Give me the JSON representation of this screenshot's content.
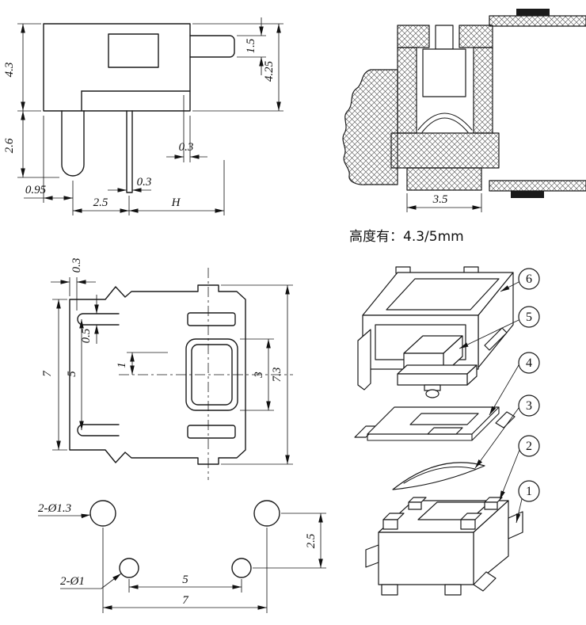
{
  "drawing": {
    "side_view": {
      "dim_height_top": "4.3",
      "dim_plunger": "1.5",
      "dim_total_height": "4.25",
      "dim_leg": "2.6",
      "dim_step": "0.3",
      "dim_leg_offset": "0.95",
      "dim_pin_width": "0.3",
      "dim_pin_pitch": "2.5",
      "dim_h": "H"
    },
    "section_view": {
      "dim_width": "3.5",
      "height_note": "高度有：4.3/5mm"
    },
    "top_view": {
      "dim_pin_gap": "0.3",
      "dim_pin_thickness": "0.5",
      "dim_pin_span": "5",
      "dim_body_width": "7",
      "dim_center_offset": "1",
      "dim_button_width": "3",
      "dim_total_width": "7.3"
    },
    "footprint": {
      "label_large_holes": "2-Ø1.3",
      "label_small_holes": "2-Ø1",
      "dim_hole_pitch_small": "5",
      "dim_hole_pitch_large": "7",
      "dim_row_pitch": "2.5"
    },
    "exploded": {
      "parts": [
        {
          "num": "6"
        },
        {
          "num": "5"
        },
        {
          "num": "4"
        },
        {
          "num": "3"
        },
        {
          "num": "2"
        },
        {
          "num": "1"
        }
      ]
    }
  }
}
